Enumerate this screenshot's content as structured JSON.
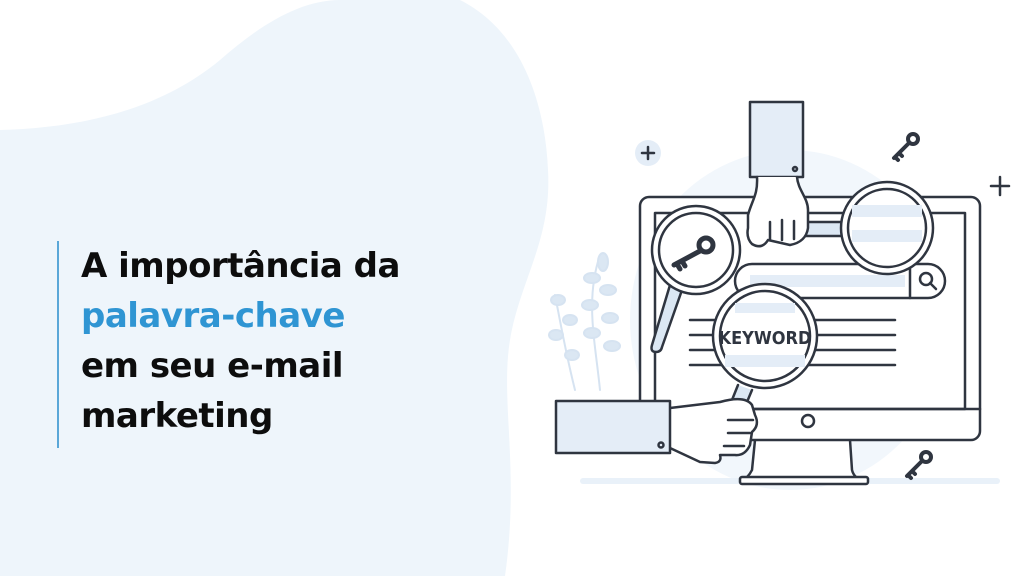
{
  "banner": {
    "title_lines": [
      {
        "text": "A importância da",
        "style": "dark"
      },
      {
        "text": "palavra-chave",
        "style": "accent"
      },
      {
        "text": "em seu e-mail",
        "style": "dark"
      },
      {
        "text": "marketing",
        "style": "dark"
      }
    ],
    "accent_color": "#2f95d3",
    "text_color": "#0d0d0d",
    "divider_color": "#5aa7d8",
    "blob_color": "#eef5fb"
  },
  "illustration": {
    "magnifier_label": "KEYWORD",
    "icons": [
      "plus-icon",
      "key-icon",
      "search-icon",
      "monitor-icon",
      "magnifying-glass-icon",
      "hand-icon",
      "plant-icon"
    ],
    "stroke_color": "#2f3540",
    "fill_light": "#e4edf7"
  }
}
